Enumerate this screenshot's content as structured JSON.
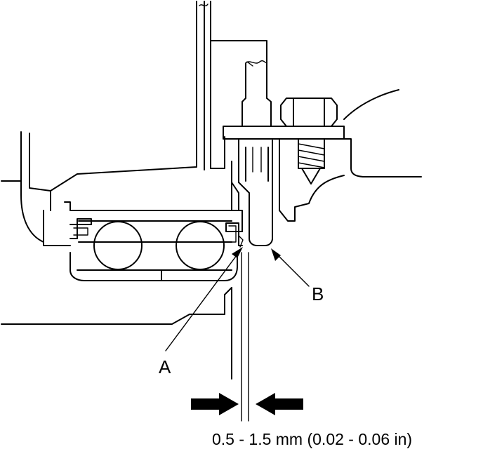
{
  "labels": {
    "a": "A",
    "b": "B"
  },
  "dimension": {
    "text": "0.5 - 1.5 mm (0.02 - 0.06 in)"
  }
}
